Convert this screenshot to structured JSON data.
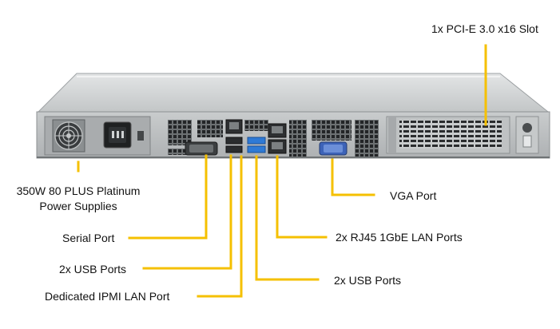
{
  "labels": {
    "pcie": "1x PCI-E 3.0 x16 Slot",
    "psu_line1": "350W 80 PLUS Platinum",
    "psu_line2": "Power Supplies",
    "vga": "VGA Port",
    "serial": "Serial Port",
    "rj45": "2x RJ45  1GbE LAN Ports",
    "usb_left": "2x USB Ports",
    "usb_right": "2x USB Ports",
    "ipmi": "Dedicated IPMI  LAN Port"
  },
  "colors": {
    "callout": "#f5c000",
    "chassis": "#b9bcbd",
    "chassis_dark": "#8d9193",
    "panel": "#d4d7d8",
    "port_blue": "#2e7ad6",
    "vga_blue": "#3d63b8"
  }
}
